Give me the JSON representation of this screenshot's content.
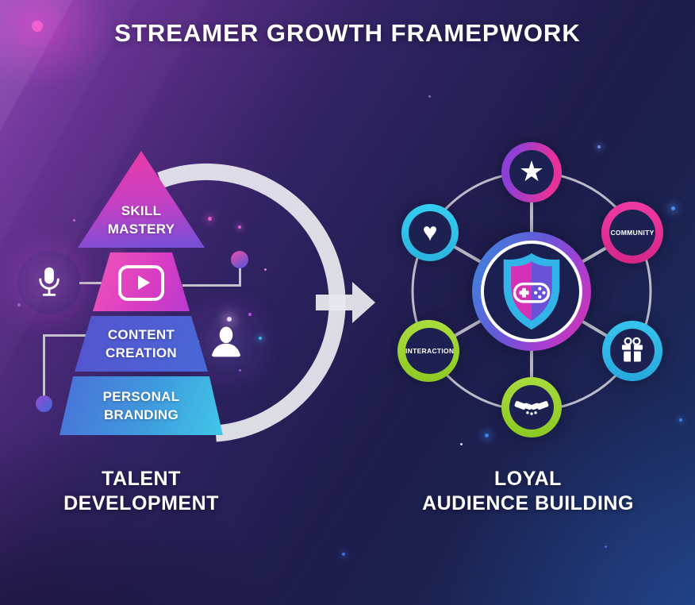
{
  "title": "STREAMER GROWTH FRAMEPWORK",
  "left_section": {
    "caption": {
      "line1": "TALENT",
      "line2": "DEVELOPMENT"
    },
    "tiers": [
      {
        "name": "skill-mastery",
        "line1": "SKILL",
        "line2": "MASTERY"
      },
      {
        "name": "video-content",
        "icon": "play-icon"
      },
      {
        "name": "content-creation",
        "line1": "CONTENT",
        "line2": "CREATION"
      },
      {
        "name": "personal-branding",
        "line1": "PERSONAL",
        "line2": "BRANDING"
      }
    ],
    "side_icons": [
      {
        "name": "microphone-icon"
      },
      {
        "name": "viewer-icon"
      }
    ]
  },
  "right_section": {
    "caption": {
      "line1": "LOYAL",
      "line2": "AUDIENCE BUILDING"
    },
    "center": {
      "icon": "shield-gamepad-icon"
    },
    "nodes": [
      {
        "name": "star",
        "icon": "star-icon"
      },
      {
        "name": "heart",
        "icon": "heart-icon"
      },
      {
        "name": "community",
        "label": "COMMUNITY"
      },
      {
        "name": "interaction",
        "label": "INTERACTION"
      },
      {
        "name": "gift",
        "icon": "gift-icon"
      },
      {
        "name": "handshake",
        "icon": "handshake-icon"
      }
    ]
  },
  "glyphs": {
    "star": "★",
    "heart": "♥"
  },
  "colors": {
    "background_purple": "#5e2d8c",
    "background_navy": "#1d1b4c",
    "background_blue": "#1b2f63",
    "tier_skill_top": "#ea3ba8",
    "tier_skill_bottom": "#7a4fd6",
    "tier_video_from": "#f155b8",
    "tier_video_to": "#b73ad2",
    "tier_content_from": "#5553cd",
    "tier_content_to": "#4868d6",
    "tier_branding_from": "#4a70d8",
    "tier_branding_to": "#40c8e8",
    "arrow_gray": "#e8e8ee",
    "ring_star_from": "#8e3fd8",
    "ring_star_to": "#e8329b",
    "ring_heart": "#2fc3ec",
    "ring_community": "#e82f9b",
    "ring_interaction": "#9fd531",
    "ring_gift": "#2fb9ec",
    "ring_handshake": "#9cd62f",
    "center_ring_from": "#3b86dc",
    "center_ring_to": "#d433ae",
    "shield_border": "#33b4e8",
    "shield_left": "#d431b6",
    "shield_right": "#6952d8",
    "node_fill": "#1c2152"
  }
}
